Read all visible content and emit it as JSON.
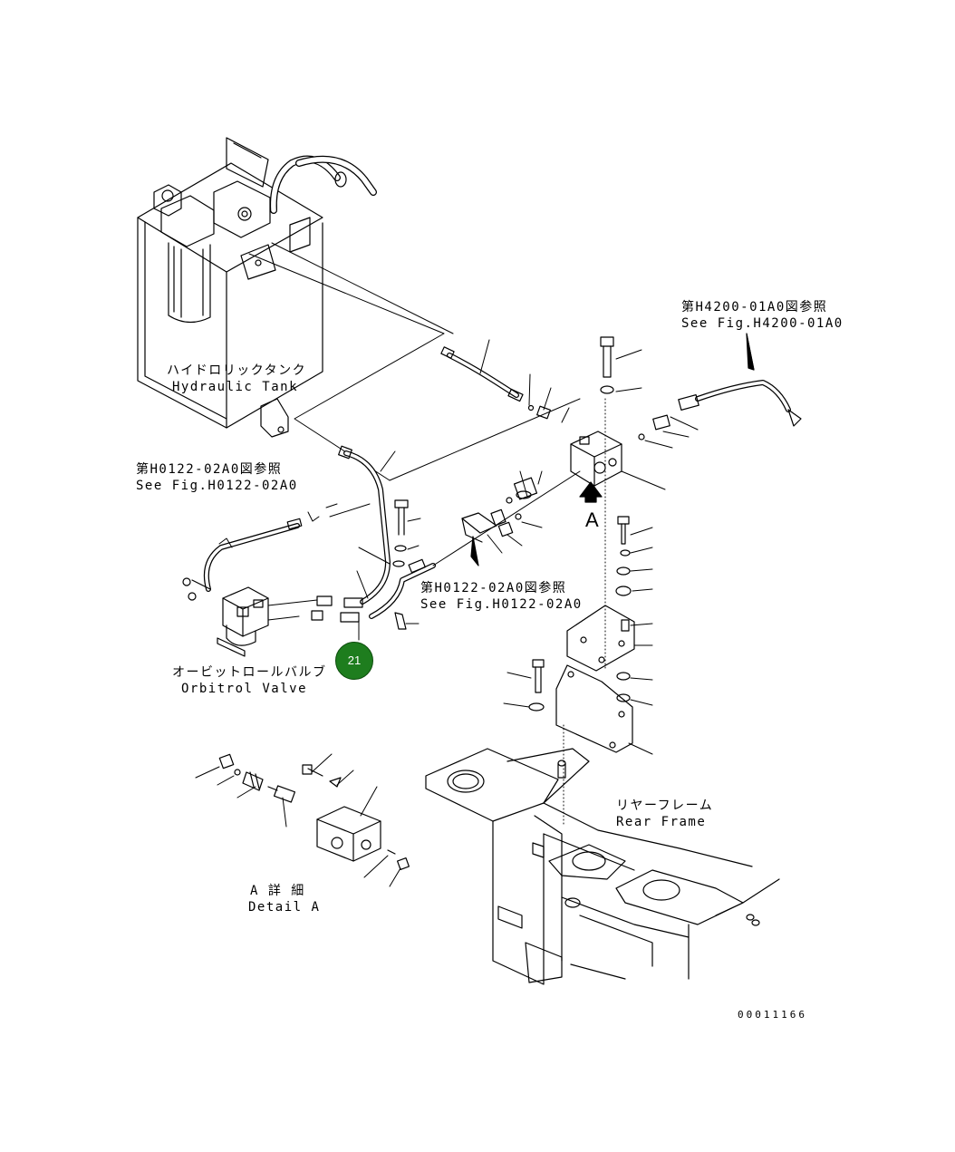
{
  "labels": {
    "hydraulic_tank_jp": "ハイドロリックタンク",
    "hydraulic_tank_en": "Hydraulic Tank",
    "ref_h4200_jp": "第H4200-01A0図参照",
    "ref_h4200_en": "See Fig.H4200-01A0",
    "ref_h0122_left_jp": "第H0122-02A0図参照",
    "ref_h0122_left_en": "See Fig.H0122-02A0",
    "ref_h0122_mid_jp": "第H0122-02A0図参照",
    "ref_h0122_mid_en": "See Fig.H0122-02A0",
    "orbitrol_valve_jp": "オービットロールバルブ",
    "orbitrol_valve_en": "Orbitrol Valve",
    "rear_frame_jp": "リヤーフレーム",
    "rear_frame_en": "Rear Frame",
    "detail_a_jp": "A 詳 細",
    "detail_a_en": "Detail A",
    "view_letter": "A"
  },
  "callout": {
    "number": "21",
    "color": "#1e7d1e"
  },
  "drawing_number": "00011166"
}
